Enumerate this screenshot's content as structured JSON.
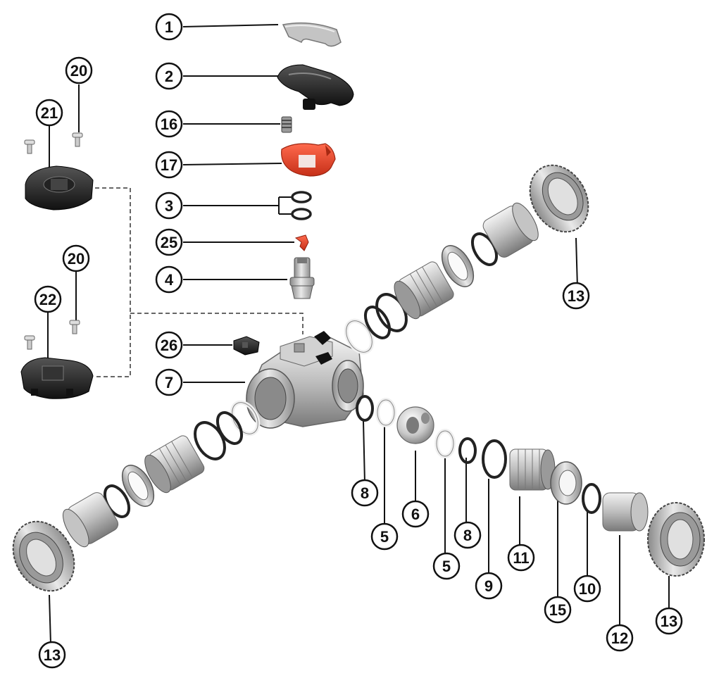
{
  "diagram": {
    "type": "exploded-parts-diagram",
    "colors": {
      "line": "#111111",
      "metal_light": "#d9d9d9",
      "metal_mid": "#a9a9a9",
      "metal_dark": "#6f6f6f",
      "handle_dark": "#1a1a1a",
      "handle_cover": "#bcbcbc",
      "red_part": "#e8412a",
      "gasket_black": "#222222",
      "gasket_white": "#f4f4f4"
    },
    "callouts": [
      {
        "id": "c1",
        "label": "1"
      },
      {
        "id": "c2",
        "label": "2"
      },
      {
        "id": "c16",
        "label": "16"
      },
      {
        "id": "c17",
        "label": "17"
      },
      {
        "id": "c3",
        "label": "3"
      },
      {
        "id": "c25",
        "label": "25"
      },
      {
        "id": "c4",
        "label": "4"
      },
      {
        "id": "c26",
        "label": "26"
      },
      {
        "id": "c7",
        "label": "7"
      },
      {
        "id": "c20a",
        "label": "20"
      },
      {
        "id": "c21",
        "label": "21"
      },
      {
        "id": "c20b",
        "label": "20"
      },
      {
        "id": "c22",
        "label": "22"
      },
      {
        "id": "c13a",
        "label": "13"
      },
      {
        "id": "c13b",
        "label": "13"
      },
      {
        "id": "c13c",
        "label": "13"
      },
      {
        "id": "c8a",
        "label": "8"
      },
      {
        "id": "c5a",
        "label": "5"
      },
      {
        "id": "c6",
        "label": "6"
      },
      {
        "id": "c5b",
        "label": "5"
      },
      {
        "id": "c8b",
        "label": "8"
      },
      {
        "id": "c9",
        "label": "9"
      },
      {
        "id": "c11",
        "label": "11"
      },
      {
        "id": "c15",
        "label": "15"
      },
      {
        "id": "c10",
        "label": "10"
      },
      {
        "id": "c12",
        "label": "12"
      }
    ],
    "parts": [
      {
        "name": "handle-cover",
        "color": "handle_cover"
      },
      {
        "name": "handle",
        "color": "handle_dark"
      },
      {
        "name": "spring",
        "color": "metal_mid"
      },
      {
        "name": "lock-insert",
        "color": "red_part"
      },
      {
        "name": "stem-o-rings",
        "color": "gasket_black"
      },
      {
        "name": "red-clip",
        "color": "red_part"
      },
      {
        "name": "stem",
        "color": "metal_mid"
      },
      {
        "name": "black-key",
        "color": "handle_dark"
      },
      {
        "name": "valve-body",
        "color": "metal_light"
      },
      {
        "name": "ball",
        "color": "metal_light"
      },
      {
        "name": "mounting-plate-upper",
        "color": "handle_dark"
      },
      {
        "name": "mounting-plate-lower",
        "color": "handle_dark"
      },
      {
        "name": "union-nut",
        "color": "metal_mid"
      }
    ]
  }
}
